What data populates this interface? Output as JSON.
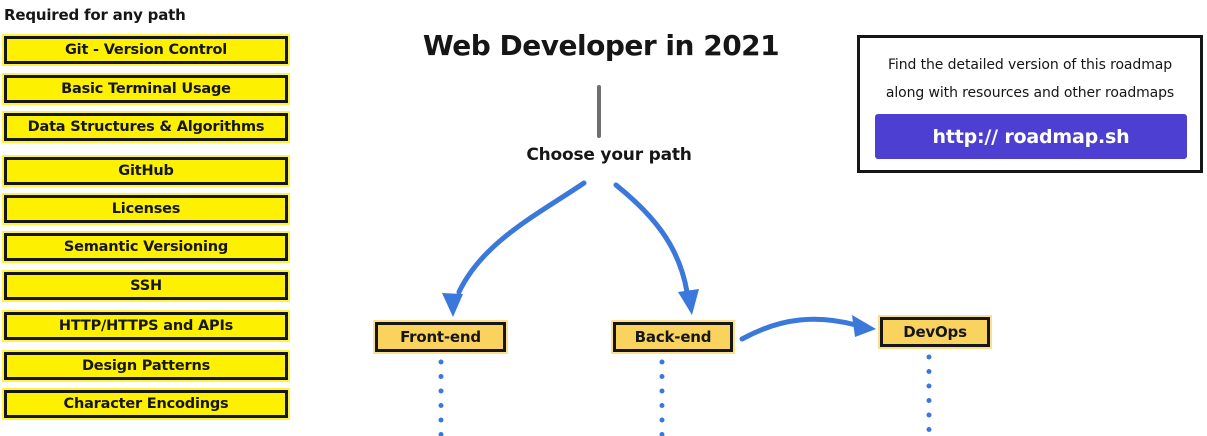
{
  "colors": {
    "yellow": "#fdf000",
    "orange": "#fad35f",
    "blue": "#3a78db",
    "purple": "#4c3fd1",
    "ink": "#161616",
    "line-gray": "#6f6f6f"
  },
  "required": {
    "heading": "Required for any path",
    "items": [
      "Git - Version Control",
      "Basic Terminal Usage",
      "Data Structures & Algorithms",
      "GitHub",
      "Licenses",
      "Semantic Versioning",
      "SSH",
      "HTTP/HTTPS and APIs",
      "Design Patterns",
      "Character Encodings"
    ]
  },
  "center": {
    "title": "Web Developer in 2021",
    "choose_label": "Choose your path",
    "paths": {
      "frontend": "Front-end",
      "backend": "Back-end",
      "devops": "DevOps"
    }
  },
  "info_box": {
    "line1": "Find the detailed version of this roadmap",
    "line2": "along with resources and other roadmaps",
    "button_label": "http:// roadmap.sh"
  }
}
